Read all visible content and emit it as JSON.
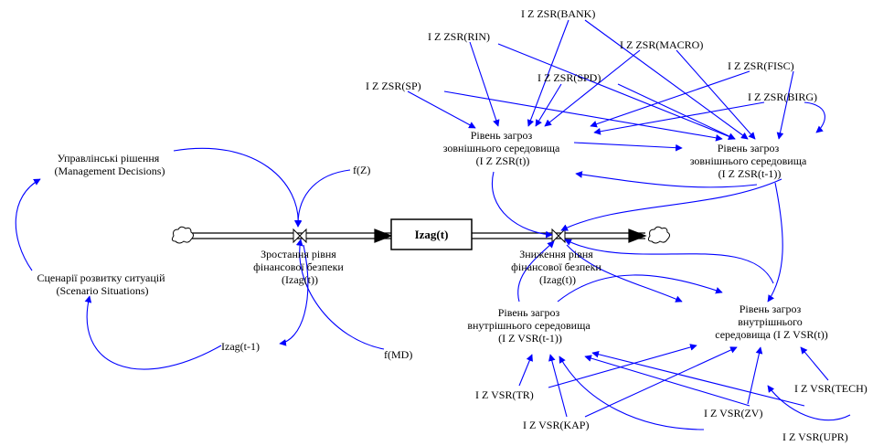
{
  "colors": {
    "link": "#0000ff",
    "flow": "#000000",
    "background": "#ffffff"
  },
  "stock": {
    "label": "Izag(t)"
  },
  "flows": {
    "inflow": [
      "Зростання рівня",
      "фінансової безпеки",
      "(Izag(t))"
    ],
    "outflow": [
      "Зниження рівня",
      "фінансової безпеки",
      "(Izag(t))"
    ]
  },
  "sources": {
    "source": "cloud-icon",
    "sink": "cloud-icon"
  },
  "variables": {
    "management": [
      "Управлінські рішення",
      "(Management Decisions)"
    ],
    "scenario": [
      "Сценарії розвитку ситуацій",
      "(Scenario Situations)"
    ],
    "fz": "f(Z)",
    "fmd": "f(MD)",
    "izag_prev": "Izag(t-1)",
    "izzsr": [
      "Рівень загроз",
      "зовнішнього середовища",
      "(I Z ZSR(t))"
    ],
    "izzsr_prev": [
      "Рівень загроз",
      "зовнішнього середовища",
      "(I Z ZSR(t-1))"
    ],
    "izvsr_prev": [
      "Рівень загроз",
      "внутрішнього середовища",
      "(I Z VSR(t-1))"
    ],
    "izvsr": [
      "Рівень загроз",
      "внутрішнього",
      "середовища (I Z VSR(t))"
    ],
    "bank": "I Z ZSR(BANK)",
    "rin": "I Z ZSR(RIN)",
    "macro": "I Z ZSR(MACRO)",
    "spd": "I Z ZSR(SPD)",
    "fisc": "I Z ZSR(FISC)",
    "sp": "I Z ZSR(SP)",
    "birg": "I Z ZSR(BIRG)",
    "tr": "I Z VSR(TR)",
    "kap": "I Z VSR(KAP)",
    "zv": "I Z VSR(ZV)",
    "tech": "I Z VSR(TECH)",
    "upr": "I Z VSR(UPR)"
  }
}
